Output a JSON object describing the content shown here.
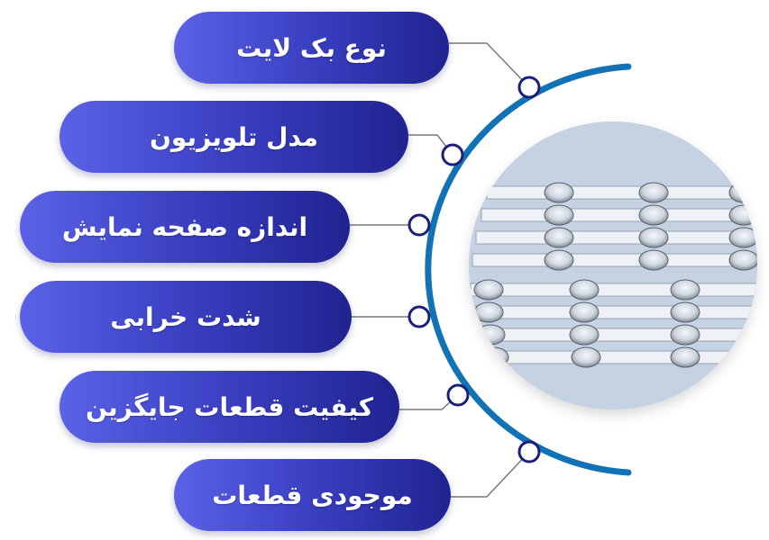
{
  "items": [
    {
      "label": "نوع بک لایت"
    },
    {
      "label": "مدل تلویزیون"
    },
    {
      "label": "اندازه صفحه نمایش"
    },
    {
      "label": "شدت خرابی"
    },
    {
      "label": "کیفیت قطعات جایگزین"
    },
    {
      "label": "موجودی قطعات"
    }
  ],
  "colors": {
    "pill_light": "#5b62e6",
    "pill_dark": "#1f2390",
    "arc": "#1173b6",
    "node": "#1b1f7a",
    "connector": "#7a7a7a"
  },
  "photo": {
    "subject": "led-backlight-strips-image"
  }
}
